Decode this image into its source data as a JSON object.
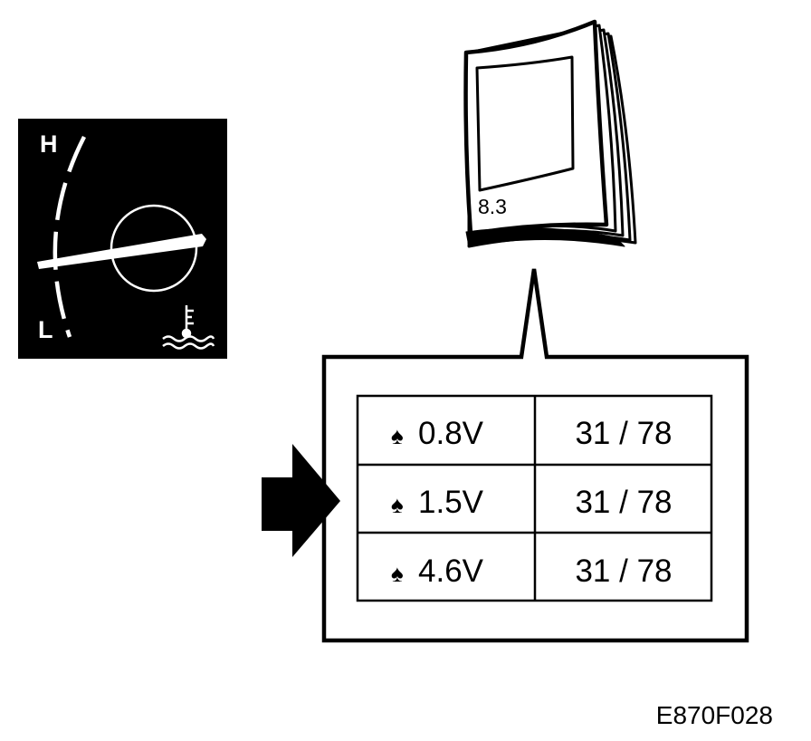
{
  "gauge": {
    "high_label": "H",
    "low_label": "L",
    "symbol_icon": "coolant-temperature-icon"
  },
  "manual": {
    "page_number": "8.3",
    "icon": "manual-book-icon"
  },
  "arrow_icon": "right-arrow-icon",
  "table": {
    "rows": [
      {
        "symbol": "♠",
        "voltage": "0.8V",
        "value": "31 / 78"
      },
      {
        "symbol": "♠",
        "voltage": "1.5V",
        "value": "31 / 78"
      },
      {
        "symbol": "♠",
        "voltage": "4.6V",
        "value": "31 / 78"
      }
    ]
  },
  "caption": "E870F028"
}
